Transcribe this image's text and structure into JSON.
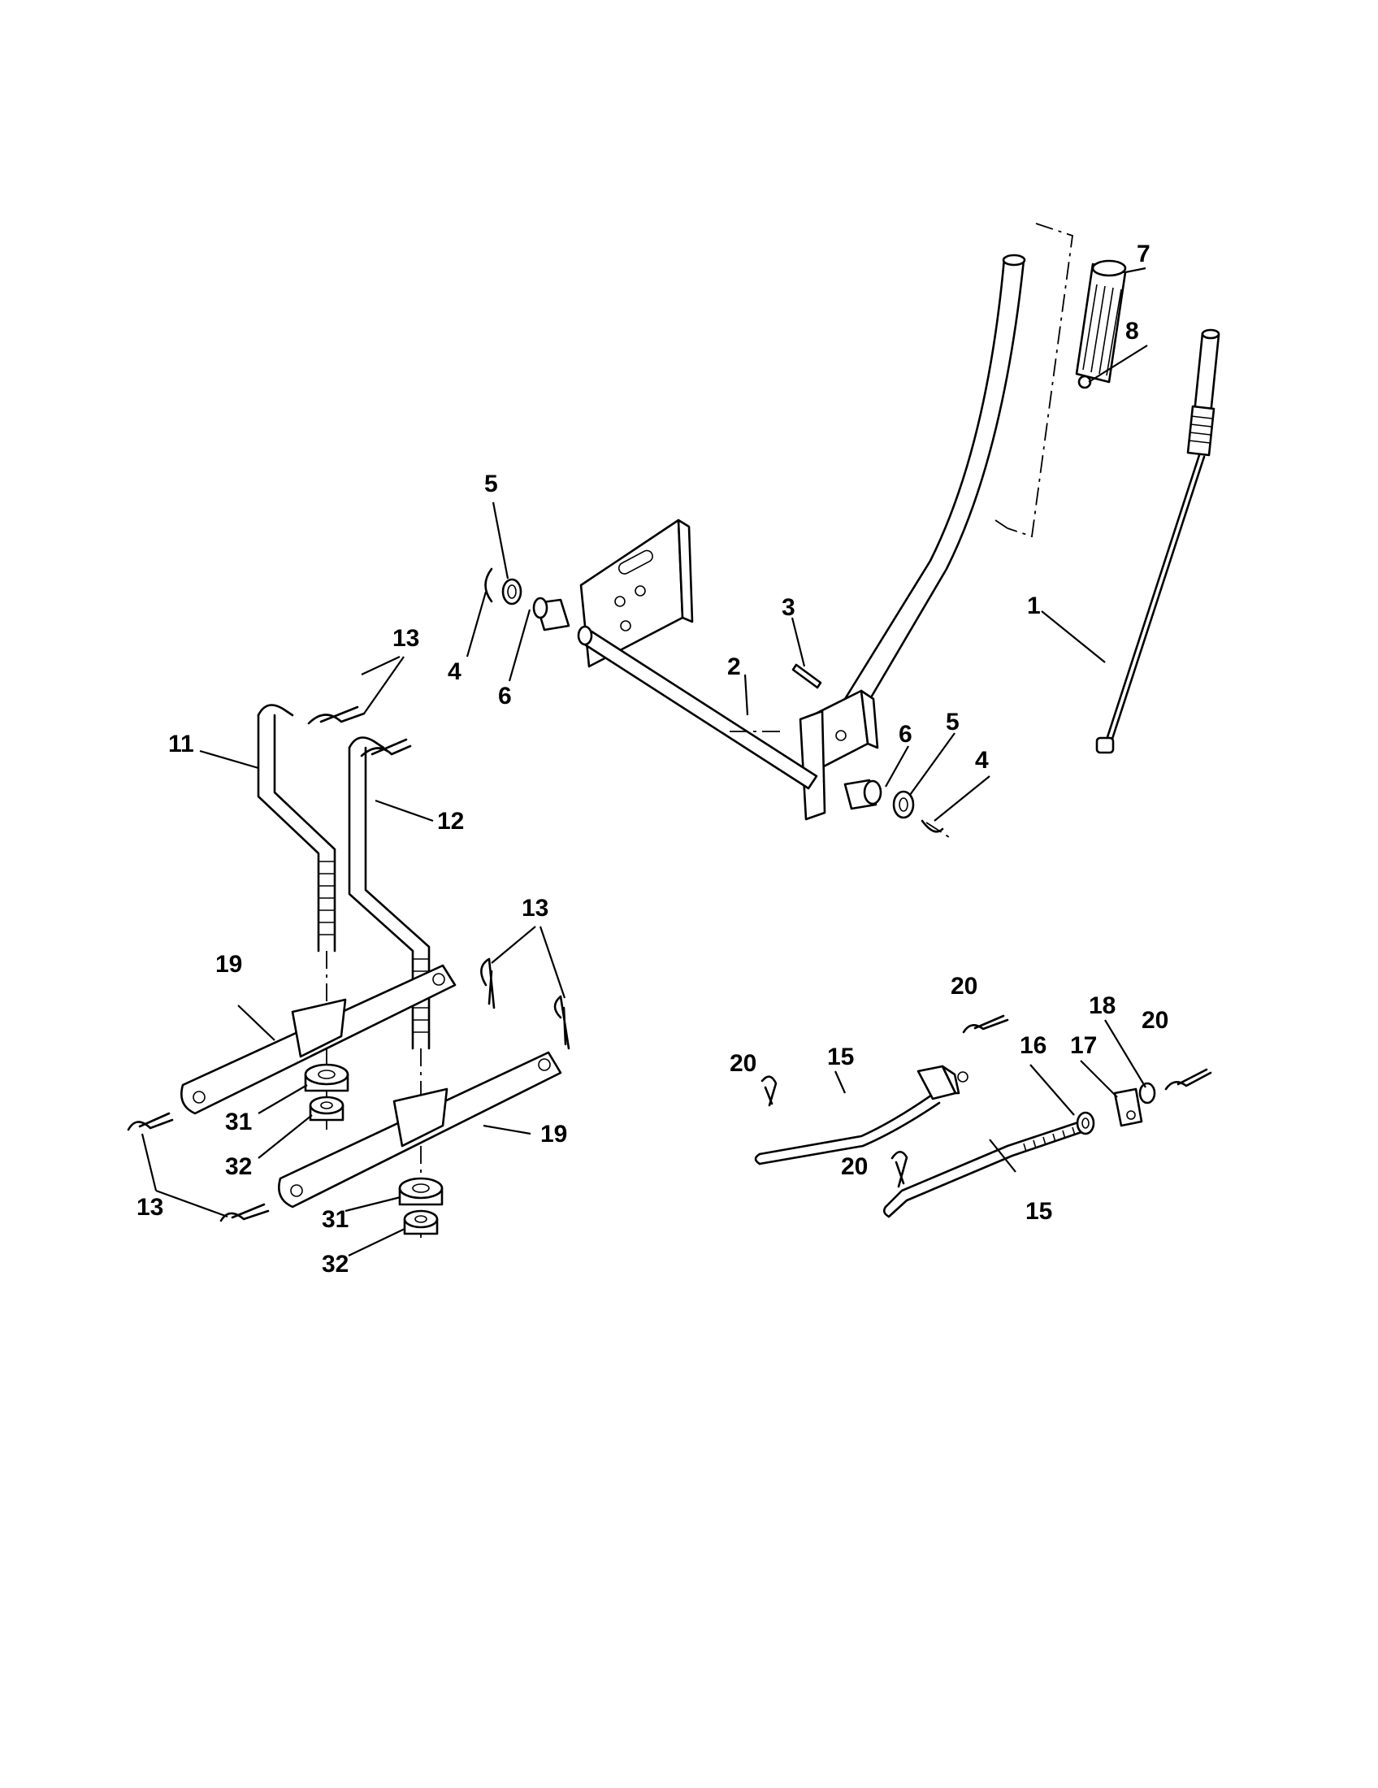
{
  "callouts": [
    {
      "id": "c1",
      "text": "1"
    },
    {
      "id": "c2",
      "text": "2"
    },
    {
      "id": "c3",
      "text": "3"
    },
    {
      "id": "c4a",
      "text": "4"
    },
    {
      "id": "c4b",
      "text": "4"
    },
    {
      "id": "c5a",
      "text": "5"
    },
    {
      "id": "c5b",
      "text": "5"
    },
    {
      "id": "c6a",
      "text": "6"
    },
    {
      "id": "c6b",
      "text": "6"
    },
    {
      "id": "c7",
      "text": "7"
    },
    {
      "id": "c8",
      "text": "8"
    },
    {
      "id": "c11",
      "text": "11"
    },
    {
      "id": "c12",
      "text": "12"
    },
    {
      "id": "c13a",
      "text": "13"
    },
    {
      "id": "c13b",
      "text": "13"
    },
    {
      "id": "c13c",
      "text": "13"
    },
    {
      "id": "c15a",
      "text": "15"
    },
    {
      "id": "c15b",
      "text": "15"
    },
    {
      "id": "c16",
      "text": "16"
    },
    {
      "id": "c17",
      "text": "17"
    },
    {
      "id": "c18",
      "text": "18"
    },
    {
      "id": "c19a",
      "text": "19"
    },
    {
      "id": "c19b",
      "text": "19"
    },
    {
      "id": "c20a",
      "text": "20"
    },
    {
      "id": "c20b",
      "text": "20"
    },
    {
      "id": "c20c",
      "text": "20"
    },
    {
      "id": "c20d",
      "text": "20"
    },
    {
      "id": "c31a",
      "text": "31"
    },
    {
      "id": "c31b",
      "text": "31"
    },
    {
      "id": "c32a",
      "text": "32"
    },
    {
      "id": "c32b",
      "text": "32"
    }
  ]
}
